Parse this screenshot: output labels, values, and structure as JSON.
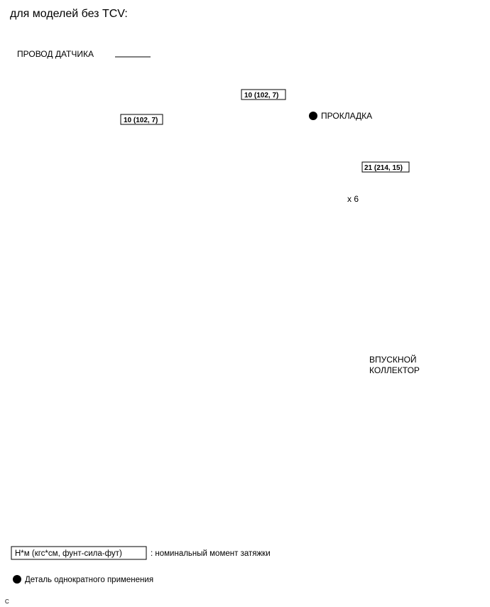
{
  "header": "для моделей без TCV:",
  "callouts": {
    "sensor_wire": "ПРОВОД ДАТЧИКА",
    "gasket": "ПРОКЛАДКА",
    "intake_manifold_line1": "ВПУСКНОЙ",
    "intake_manifold_line2": "КОЛЛЕКТОР"
  },
  "torques": {
    "wire_bolt_right": "10 (102, 7)",
    "wire_bolt_left": "10 (102, 7)",
    "manifold_bolts": "21 (214, 15)",
    "manifold_bolts_qty": "x 6"
  },
  "legend": {
    "torque_box": "Н*м (кгс*см, фунт-сила-фут)",
    "torque_text": ": номинальный момент затяжки",
    "single_use_text": "Деталь однократного применения"
  },
  "footer_code": "C",
  "colors": {
    "ink": "#000000",
    "paper": "#ffffff"
  }
}
